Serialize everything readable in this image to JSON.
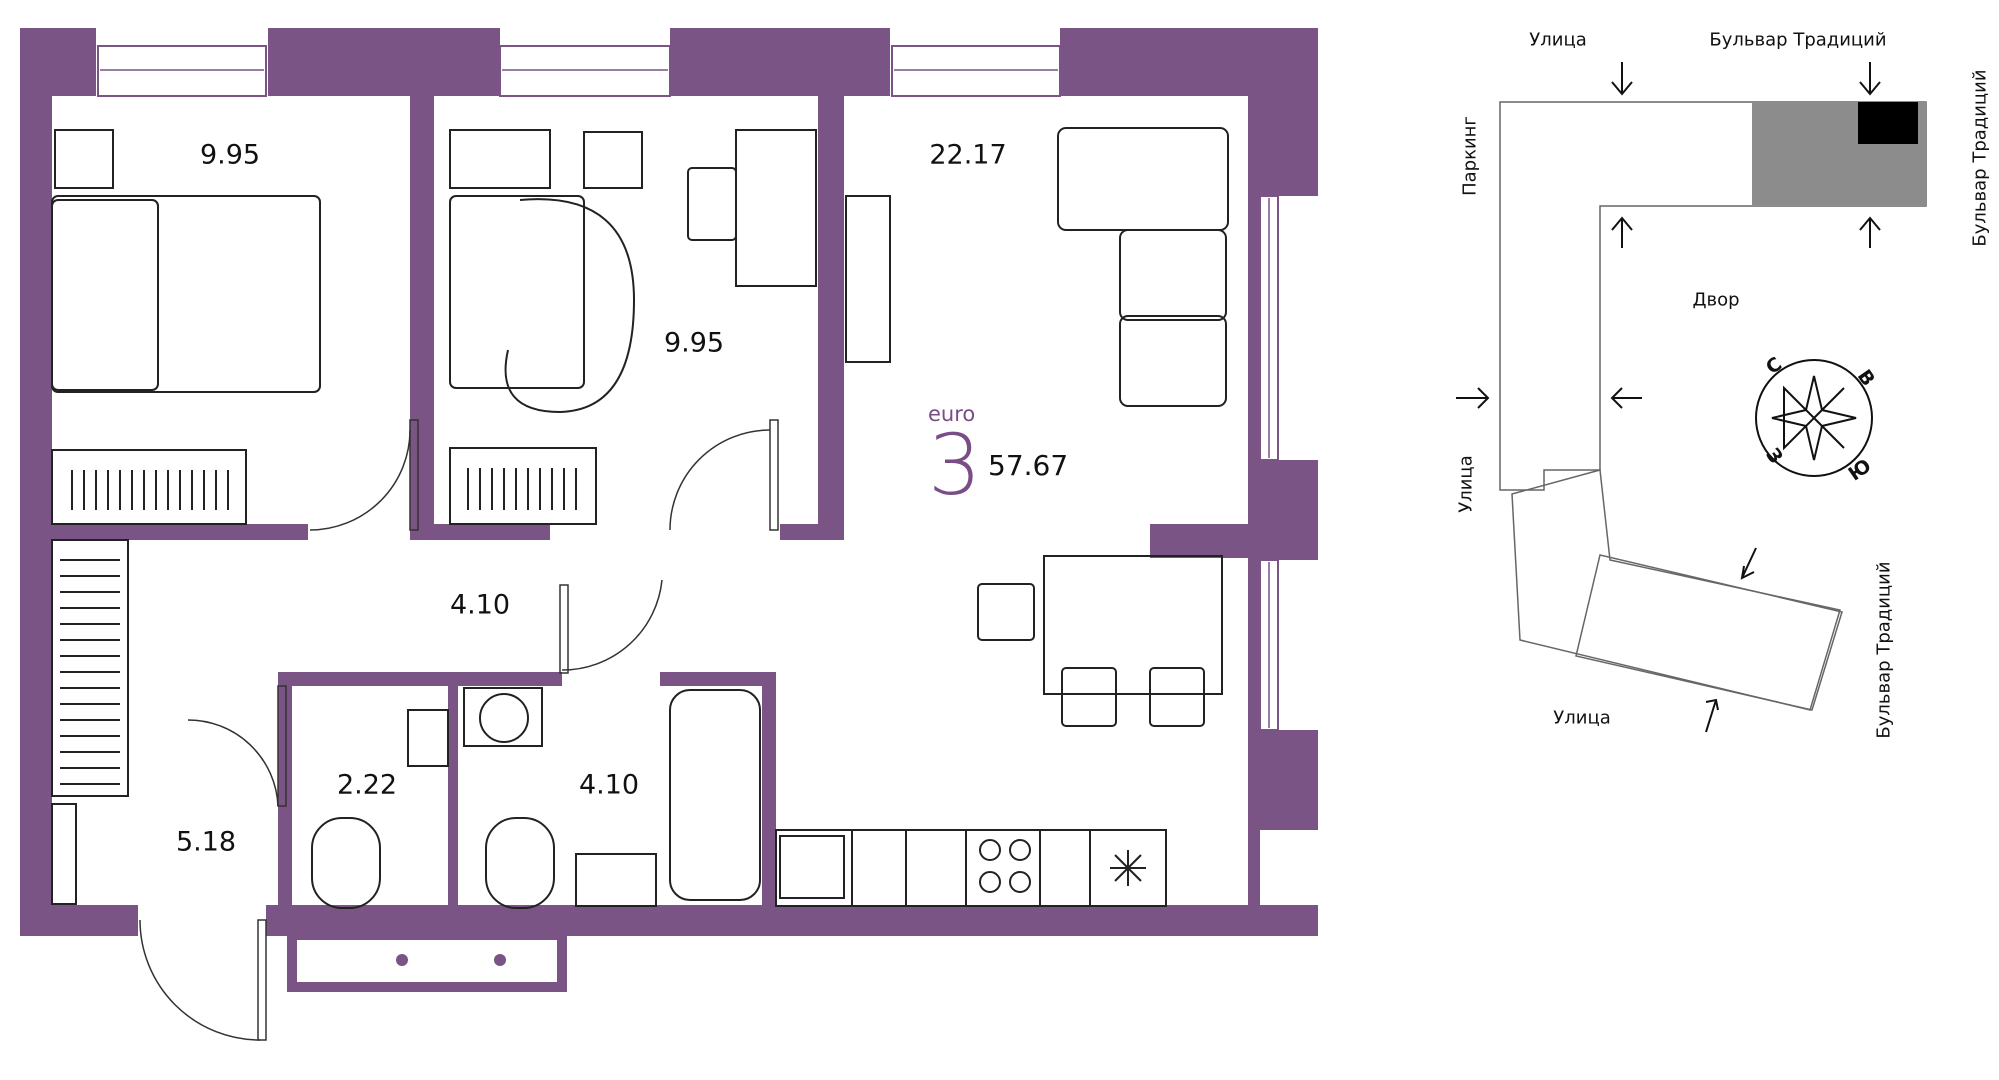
{
  "colors": {
    "wall": "#7a5485",
    "accent": "#7a4d86",
    "building_block": "#8c8c8c",
    "highlight": "#000000"
  },
  "apartment": {
    "format_label": "euro",
    "rooms": "3",
    "total_area": "57.67"
  },
  "rooms": [
    {
      "id": "bedroom-1",
      "area": "9.95"
    },
    {
      "id": "bedroom-2",
      "area": "9.95"
    },
    {
      "id": "living-kitchen",
      "area": "22.17"
    },
    {
      "id": "corridor",
      "area": "4.10"
    },
    {
      "id": "hallway",
      "area": "5.18"
    },
    {
      "id": "toilet",
      "area": "2.22"
    },
    {
      "id": "bathroom",
      "area": "4.10"
    }
  ],
  "site_map": {
    "street_top": "Улица",
    "boulevard_top": "Бульвар Традиций",
    "boulevard_right": "Бульвар Традиций",
    "parking": "Паркинг",
    "yard": "Двор",
    "street_left": "Улица",
    "street_bottom": "Улица",
    "boulevard_bottom_right": "Бульвар Традиций"
  },
  "compass": {
    "north": "С",
    "east": "В",
    "south": "Ю",
    "west": "З"
  },
  "icons": {
    "compass": "compass-rose-icon",
    "entry_arrow": "arrow-icon",
    "snowflake": "snowflake-icon"
  }
}
